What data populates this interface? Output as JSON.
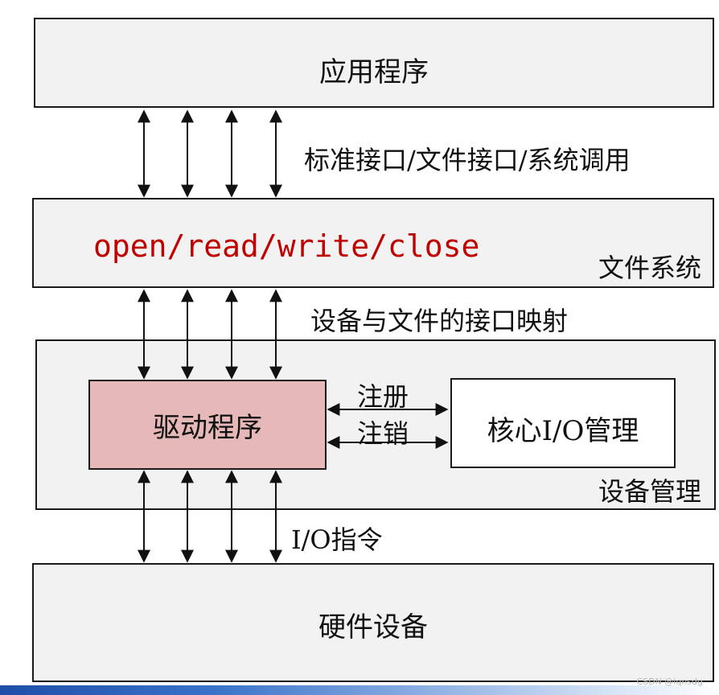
{
  "layers": {
    "application": "应用程序",
    "file_system": {
      "label": "文件系统",
      "calls": "open/read/write/close",
      "calls_color": "#c00000"
    },
    "device_management": {
      "label": "设备管理",
      "driver": "驱动程序",
      "driver_color": "#e6b8b7",
      "io_core": "核心I/O管理",
      "register": "注册",
      "unregister": "注销"
    },
    "hardware": "硬件设备"
  },
  "connections": {
    "app_fs": "标准接口/文件接口/系统调用",
    "fs_dev": "设备与文件的接口映射",
    "dev_hw": "I/O指令"
  },
  "watermark": "CSDN @lqnsdg"
}
